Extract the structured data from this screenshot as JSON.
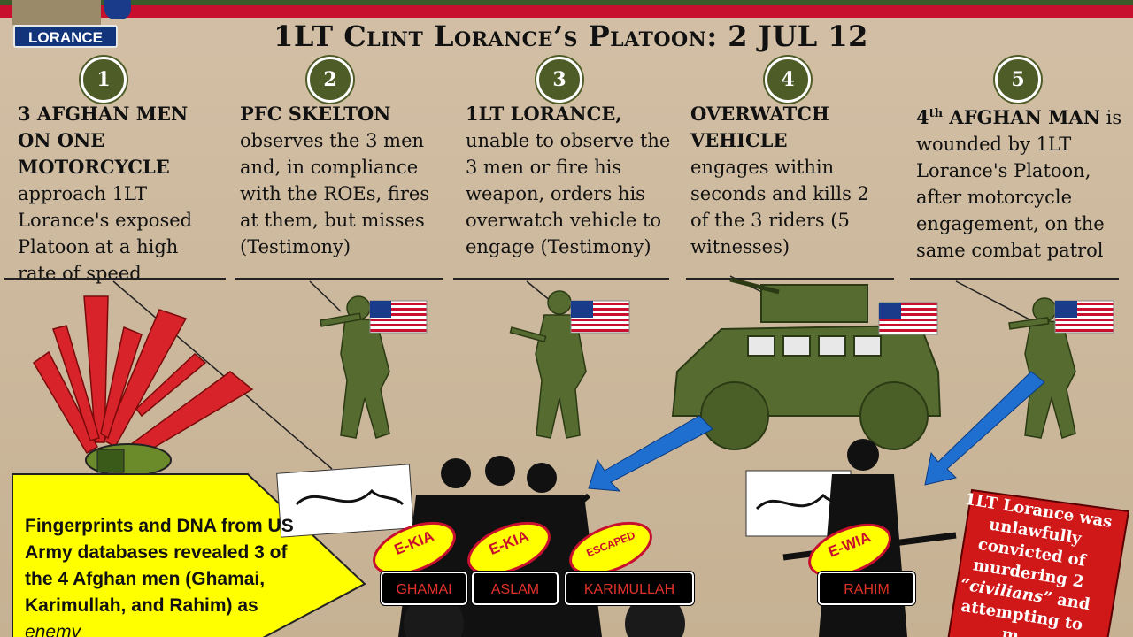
{
  "header": {
    "name_badge": "LORANCE",
    "title": "1LT Clint Lorance’s Platoon: 2 JUL 12"
  },
  "steps": [
    {
      "num": "1",
      "lead": "3 AFGHAN MEN ON ONE MOTORCYCLE",
      "body": "approach 1LT Lorance's exposed Platoon at a high rate of speed"
    },
    {
      "num": "2",
      "lead": "PFC SKELTON",
      "body": "observes the 3 men and, in compliance with the ROEs, fires at them, but misses (Testimony)"
    },
    {
      "num": "3",
      "lead": "1LT LORANCE,",
      "body": "unable to observe the 3 men or fire his weapon, orders his overwatch vehicle to engage (Testimony)"
    },
    {
      "num": "4",
      "lead": "OVERWATCH VEHICLE",
      "body": "engages within seconds and kills 2 of the 3 riders (5 witnesses)"
    },
    {
      "num": "5",
      "lead_prefix": "4",
      "lead_sup": "th",
      "lead_rest": " AFGHAN MAN",
      "lead_tail": " is",
      "body": "wounded by 1LT Lorance's Platoon, after motorcycle engagement, on the same combat patrol"
    }
  ],
  "evidence": {
    "text": "Fingerprints and DNA from US Army databases revealed 3 of the 4 Afghan men (Ghamai, Karimullah, and Rahim) as",
    "emphasis": "enemy"
  },
  "people": [
    {
      "name": "GHAMAI",
      "status": "E-KIA"
    },
    {
      "name": "ASLAM",
      "status": "E-KIA"
    },
    {
      "name": "KARIMULLAH",
      "status": "ESCAPED"
    },
    {
      "name": "RAHIM",
      "status": "E-WIA"
    }
  ],
  "verdict": {
    "line1": "1LT Lorance was unlawfully convicted of murdering 2",
    "emphasis": "“civilians”",
    "line2": "and attempting to m..."
  },
  "colors": {
    "accent_red": "#c8102e",
    "badge_blue": "#12347a",
    "soldier_green": "#556b2f",
    "evidence_yellow": "#ffff00",
    "arrow_blue": "#1f6fd1"
  }
}
